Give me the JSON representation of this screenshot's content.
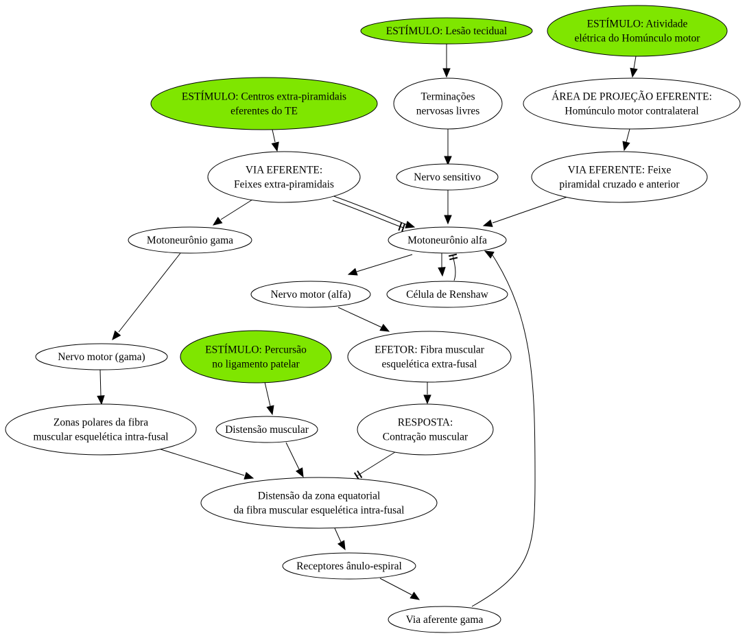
{
  "colors": {
    "stimulus_fill": "#7fe600",
    "default_fill": "#ffffff",
    "stroke": "#000000"
  },
  "nodes": {
    "estimulo_lesao": {
      "kind": "stimulus",
      "lines": [
        "ESTÍMULO: Lesão tecidual"
      ]
    },
    "estimulo_homunculo": {
      "kind": "stimulus",
      "lines": [
        "ESTÍMULO: Atividade",
        "elétrica do Homúnculo motor"
      ]
    },
    "estimulo_extrapiramidais": {
      "kind": "stimulus",
      "lines": [
        "ESTÍMULO: Centros extra-piramidais",
        "eferentes do TE"
      ]
    },
    "terminacoes": {
      "kind": "normal",
      "lines": [
        "Terminações",
        "nervosas livres"
      ]
    },
    "area_projecao": {
      "kind": "normal",
      "lines": [
        "ÁREA DE PROJEÇÃO EFERENTE:",
        "Homúnculo motor contralateral"
      ]
    },
    "via_extrapiramidal": {
      "kind": "normal",
      "lines": [
        "VIA EFERENTE:",
        "Feixes extra-piramidais"
      ]
    },
    "nervo_sensitivo": {
      "kind": "normal",
      "lines": [
        "Nervo sensitivo"
      ]
    },
    "via_piramidal": {
      "kind": "normal",
      "lines": [
        "VIA EFERENTE: Feixe",
        "piramidal cruzado e anterior"
      ]
    },
    "motoneuronio_gama": {
      "kind": "normal",
      "lines": [
        "Motoneurônio gama"
      ]
    },
    "motoneuronio_alfa": {
      "kind": "normal",
      "lines": [
        "Motoneurônio alfa"
      ]
    },
    "nervo_motor_alfa": {
      "kind": "normal",
      "lines": [
        "Nervo motor (alfa)"
      ]
    },
    "renshaw": {
      "kind": "normal",
      "lines": [
        "Célula de Renshaw"
      ]
    },
    "nervo_motor_gama": {
      "kind": "normal",
      "lines": [
        "Nervo motor (gama)"
      ]
    },
    "estimulo_percussao": {
      "kind": "stimulus",
      "lines": [
        "ESTÍMULO: Percursão",
        "no ligamento patelar"
      ]
    },
    "efetor": {
      "kind": "normal",
      "lines": [
        "EFETOR: Fibra muscular",
        "esquelética extra-fusal"
      ]
    },
    "zonas_polares": {
      "kind": "normal",
      "lines": [
        "Zonas polares da fibra",
        "muscular esquelética intra-fusal"
      ]
    },
    "distensao_muscular": {
      "kind": "normal",
      "lines": [
        "Distensão muscular"
      ]
    },
    "resposta": {
      "kind": "normal",
      "lines": [
        "RESPOSTA:",
        "Contração muscular"
      ]
    },
    "distensao_equatorial": {
      "kind": "normal",
      "lines": [
        "Distensão da zona equatorial",
        "da fibra muscular esquelética intra-fusal"
      ]
    },
    "receptores": {
      "kind": "normal",
      "lines": [
        "Receptores ânulo-espiral"
      ]
    },
    "via_aferente": {
      "kind": "normal",
      "lines": [
        "Via aferente gama"
      ]
    }
  },
  "edges": [
    {
      "from": "estimulo_lesao",
      "to": "terminacoes",
      "type": "excitatory"
    },
    {
      "from": "estimulo_homunculo",
      "to": "area_projecao",
      "type": "excitatory"
    },
    {
      "from": "estimulo_extrapiramidais",
      "to": "via_extrapiramidal",
      "type": "excitatory"
    },
    {
      "from": "terminacoes",
      "to": "nervo_sensitivo",
      "type": "excitatory"
    },
    {
      "from": "area_projecao",
      "to": "via_piramidal",
      "type": "excitatory"
    },
    {
      "from": "via_extrapiramidal",
      "to": "motoneuronio_gama",
      "type": "excitatory"
    },
    {
      "from": "via_extrapiramidal",
      "to": "motoneuronio_alfa",
      "type": "excitatory"
    },
    {
      "from": "via_extrapiramidal",
      "to": "motoneuronio_alfa",
      "type": "inhibitory"
    },
    {
      "from": "nervo_sensitivo",
      "to": "motoneuronio_alfa",
      "type": "excitatory"
    },
    {
      "from": "via_piramidal",
      "to": "motoneuronio_alfa",
      "type": "excitatory"
    },
    {
      "from": "motoneuronio_alfa",
      "to": "nervo_motor_alfa",
      "type": "excitatory"
    },
    {
      "from": "motoneuronio_alfa",
      "to": "renshaw",
      "type": "excitatory"
    },
    {
      "from": "renshaw",
      "to": "motoneuronio_alfa",
      "type": "inhibitory"
    },
    {
      "from": "motoneuronio_gama",
      "to": "nervo_motor_gama",
      "type": "excitatory"
    },
    {
      "from": "nervo_motor_alfa",
      "to": "efetor",
      "type": "excitatory"
    },
    {
      "from": "nervo_motor_gama",
      "to": "zonas_polares",
      "type": "excitatory"
    },
    {
      "from": "estimulo_percussao",
      "to": "distensao_muscular",
      "type": "excitatory"
    },
    {
      "from": "efetor",
      "to": "resposta",
      "type": "excitatory"
    },
    {
      "from": "zonas_polares",
      "to": "distensao_equatorial",
      "type": "excitatory"
    },
    {
      "from": "distensao_muscular",
      "to": "distensao_equatorial",
      "type": "excitatory"
    },
    {
      "from": "resposta",
      "to": "distensao_equatorial",
      "type": "inhibitory"
    },
    {
      "from": "distensao_equatorial",
      "to": "receptores",
      "type": "excitatory"
    },
    {
      "from": "receptores",
      "to": "via_aferente",
      "type": "excitatory"
    },
    {
      "from": "via_aferente",
      "to": "motoneuronio_alfa",
      "type": "excitatory"
    }
  ]
}
